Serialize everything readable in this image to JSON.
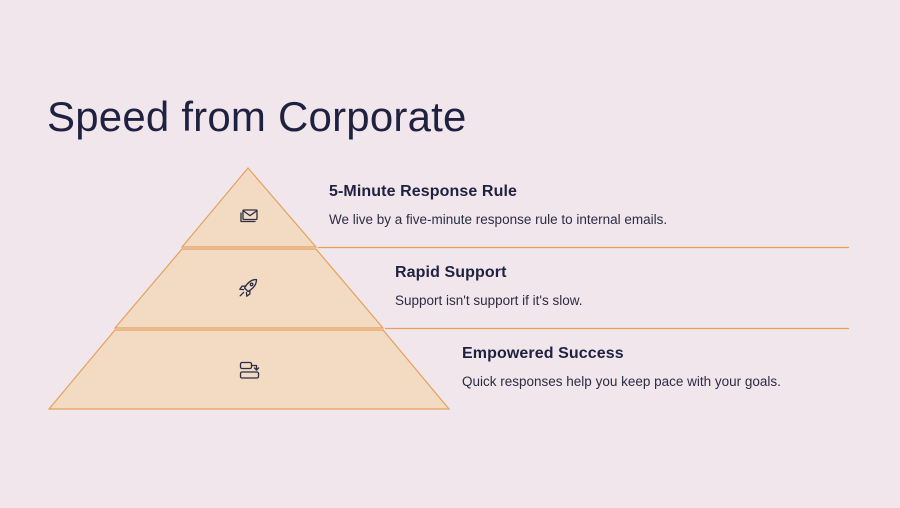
{
  "title": "Speed from Corporate",
  "colors": {
    "background": "#f1e6ec",
    "tier_fill": "#f3dac3",
    "tier_stroke": "#e6a15a",
    "text": "#1e2140"
  },
  "levels": [
    {
      "title": "5-Minute Response Rule",
      "description": "We live by a five-minute response rule to internal emails.",
      "icon": "email-icon"
    },
    {
      "title": "Rapid Support",
      "description": "Support isn't support if it's slow.",
      "icon": "rocket-icon"
    },
    {
      "title": "Empowered Success",
      "description": "Quick responses help you keep pace with your goals.",
      "icon": "transfer-icon"
    }
  ]
}
